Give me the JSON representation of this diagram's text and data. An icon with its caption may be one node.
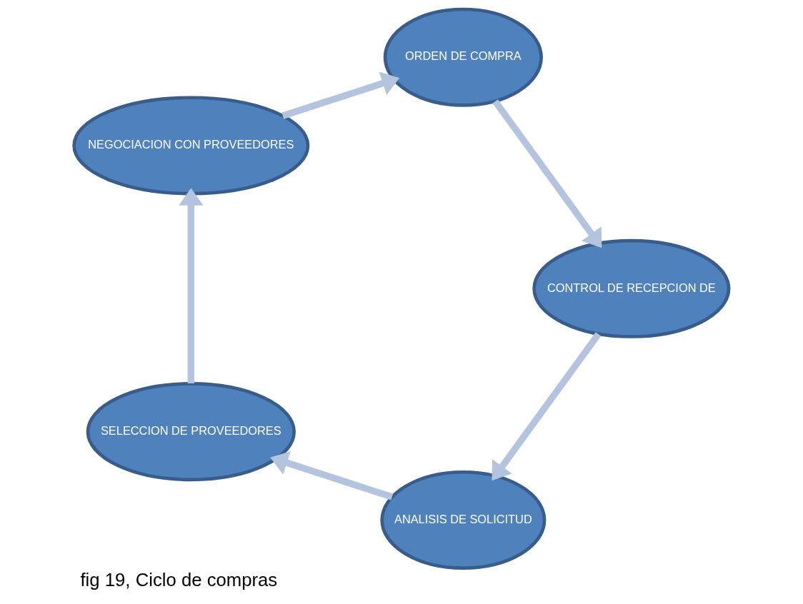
{
  "diagram": {
    "caption": "fig 19, Ciclo de compras",
    "nodes": [
      {
        "text": [
          "ANALISIS DE SOLICITUD"
        ]
      },
      {
        "text": [
          "SELECCION DE PROVEEDORES"
        ]
      },
      {
        "text": [
          "NEGOCIACION CON PROVEEDORES"
        ]
      },
      {
        "text": [
          "ORDEN DE COMPRA"
        ]
      },
      {
        "text": [
          "CONTROL DE RECEPCION DE"
        ]
      }
    ],
    "edges": [
      {
        "from": 0,
        "to": 1,
        "arrow": "to"
      },
      {
        "from": 1,
        "to": 2,
        "arrow": "to"
      },
      {
        "from": 2,
        "to": 3,
        "arrow": "to"
      },
      {
        "from": 3,
        "to": 4,
        "arrow": "to"
      },
      {
        "from": 4,
        "to": 0,
        "arrow": "to"
      }
    ]
  }
}
